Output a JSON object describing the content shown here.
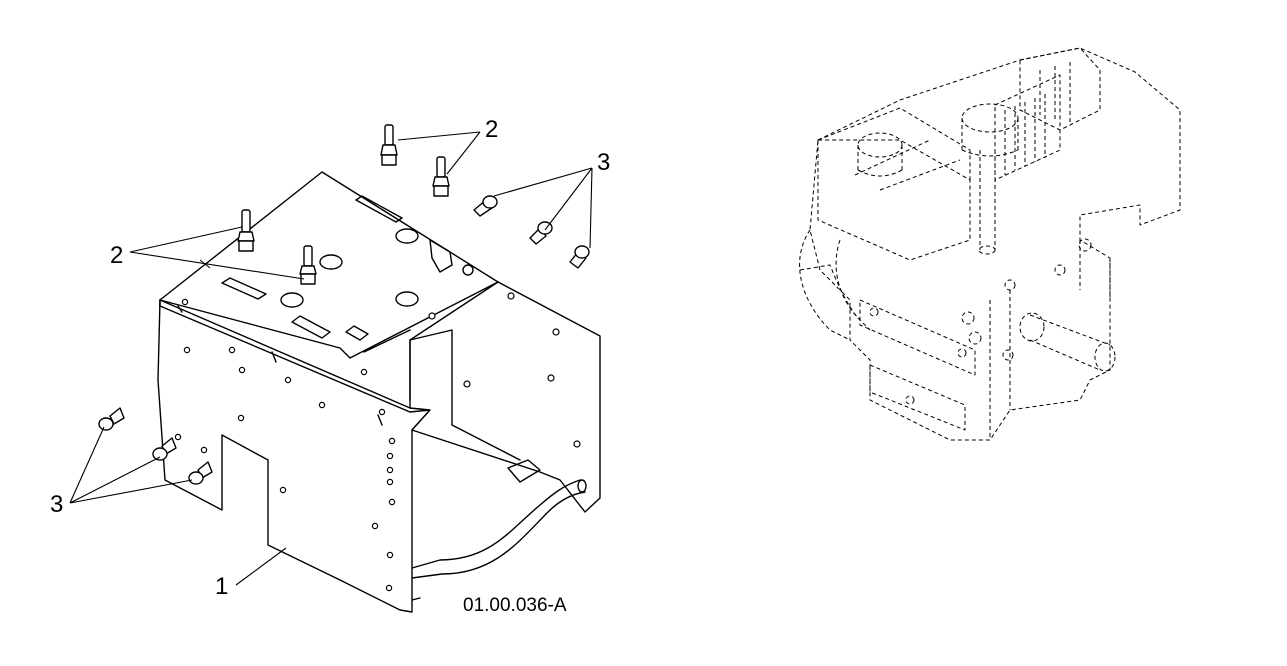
{
  "diagram": {
    "reference_code": "01.00.036-A",
    "callouts": [
      {
        "id": "frame",
        "label": "1"
      },
      {
        "id": "studs-top",
        "label": "2"
      },
      {
        "id": "studs-left",
        "label": "2"
      },
      {
        "id": "bolts-top",
        "label": "3"
      },
      {
        "id": "bolts-left",
        "label": "3"
      }
    ]
  }
}
